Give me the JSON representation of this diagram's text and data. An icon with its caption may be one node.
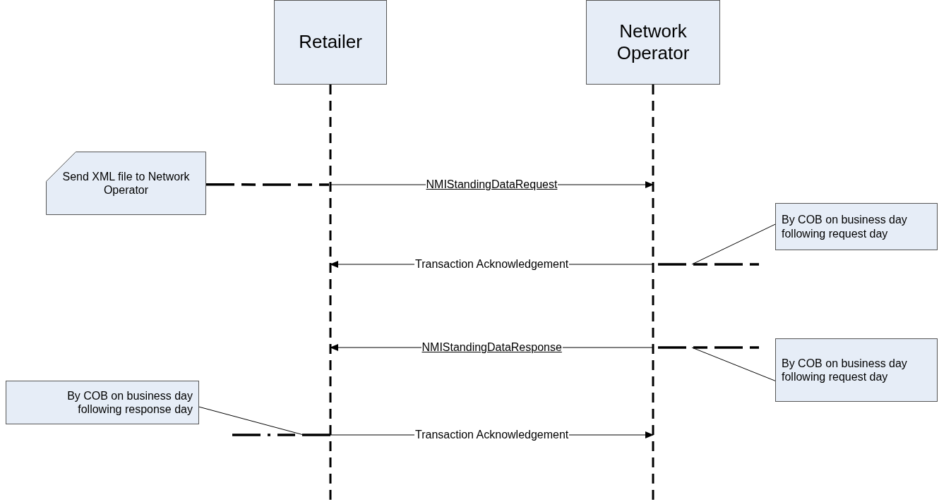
{
  "diagram": {
    "nodes": [
      {
        "text": [
          "Retailer"
        ]
      },
      {
        "text": [
          "Network Operator"
        ]
      },
      {
        "text": [
          "Send XML file to Network Operator"
        ]
      },
      {
        "text": [
          "By COB on business day following request day"
        ]
      },
      {
        "text": [
          "By COB on business day following request day"
        ]
      },
      {
        "text": [
          "By COB on business day following response day"
        ]
      }
    ],
    "edges": [
      {
        "from": 0,
        "to": 1,
        "arrow": "to",
        "label": "NMIStandingDataRequest"
      },
      {
        "from": 1,
        "to": 0,
        "arrow": "to",
        "label": "Transaction Acknowledgement"
      },
      {
        "from": 1,
        "to": 0,
        "arrow": "to",
        "label": "NMIStandingDataResponse"
      },
      {
        "from": 0,
        "to": 1,
        "arrow": "to",
        "label": "Transaction Acknowledgement"
      },
      {
        "from": 2,
        "to": 0,
        "arrow": "none",
        "style": "dashed"
      },
      {
        "from": 3,
        "to": 1,
        "arrow": "none"
      },
      {
        "from": 4,
        "to": 1,
        "arrow": "none"
      },
      {
        "from": 5,
        "to": 0,
        "arrow": "none"
      }
    ]
  }
}
